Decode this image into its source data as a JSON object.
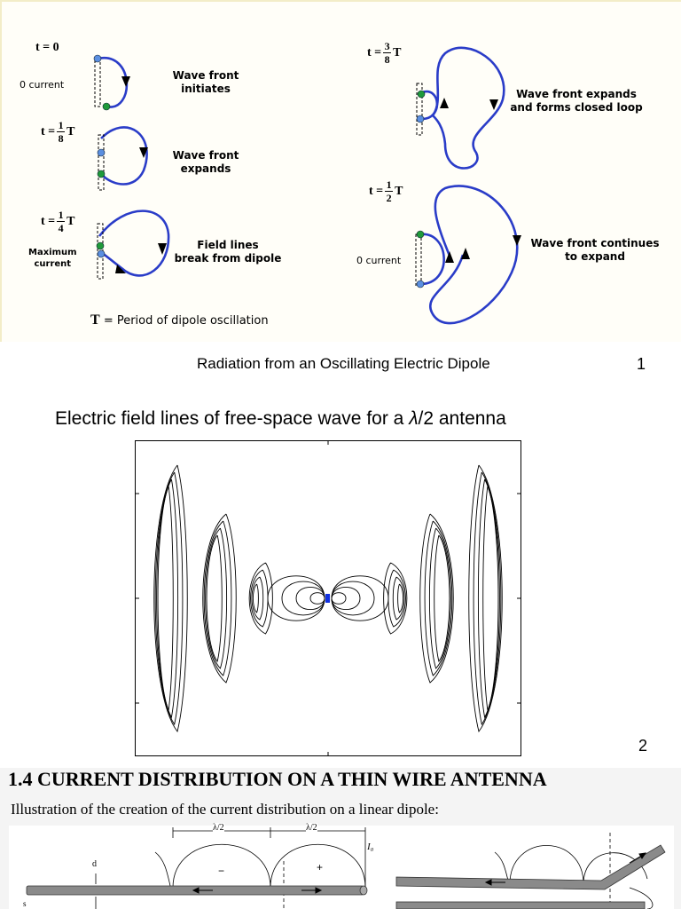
{
  "slide1": {
    "t0_label": "t = 0",
    "zero_current_left": "0 current",
    "wave_front_initiates": "Wave front\ninitiates",
    "t18": {
      "prefix": "t =",
      "num": "1",
      "den": "8",
      "suffix": "T"
    },
    "wave_front_expands": "Wave front\nexpands",
    "t14": {
      "prefix": "t =",
      "num": "1",
      "den": "4",
      "suffix": "T"
    },
    "maximum_current": "Maximum\ncurrent",
    "field_lines_break": "Field lines\nbreak from dipole",
    "period_symbol": "T",
    "period_text": "= Period of dipole oscillation",
    "t38": {
      "prefix": "t =",
      "num": "3",
      "den": "8",
      "suffix": "T"
    },
    "wave_front_expands_loop": "Wave front expands\nand forms closed loop",
    "t12": {
      "prefix": "t =",
      "num": "1",
      "den": "2",
      "suffix": "T"
    },
    "zero_current_right": "0 current",
    "wave_front_continues": "Wave front continues\nto expand",
    "caption": "Radiation  from an Oscillating Electric Dipole",
    "page_number": "1",
    "colors": {
      "curve": "#2a3cc8",
      "green_dot": "#1f9a3a",
      "blue_dot": "#5b8fe0"
    }
  },
  "slide2": {
    "title_before": "Electric field lines of free-space wave for a ",
    "title_lambda": "λ",
    "title_after": "/2 antenna",
    "page_number": "2",
    "source_color": "#1030e0"
  },
  "slide3": {
    "heading": "1.4 CURRENT DISTRIBUTION ON A THIN WIRE ANTENNA",
    "subheading": "Illustration of the creation of the current distribution on a linear dipole:",
    "lambda_half_1": "λ/2",
    "lambda_half_2": "λ/2",
    "i0_label": "I₀",
    "d_label": "d",
    "s_label": "s",
    "minus_sign": "−",
    "plus_sign": "+"
  }
}
